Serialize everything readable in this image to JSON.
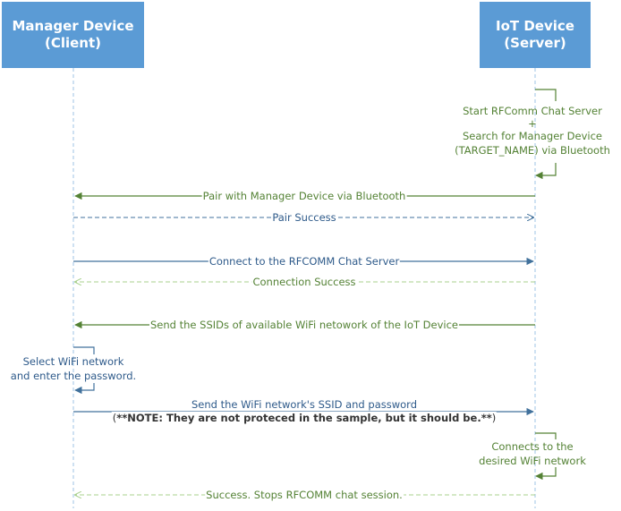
{
  "participants": {
    "client": {
      "line1": "Manager Device",
      "line2": "(Client)"
    },
    "server": {
      "line1": "IoT Device",
      "line2": "(Server)"
    }
  },
  "server_note_1": {
    "line1": "Start RFComm Chat Server",
    "line2": "+",
    "line3": "Search for Manager Device",
    "line4": "(TARGET_NAME) via Bluetooth"
  },
  "messages": {
    "pair": "Pair with Manager Device via Bluetooth",
    "pair_success": "Pair Success",
    "connect": "Connect to the RFCOMM Chat Server",
    "connection_success": "Connection Success",
    "send_ssids": "Send the SSIDs of available WiFi netowork of the IoT Device",
    "send_credentials": "Send the WiFi network's SSID and password",
    "note_prefix": "(",
    "note_bold": "**NOTE: They are not proteced in the sample, but it should be.**",
    "note_suffix": ")",
    "success_stop": "Success. Stops RFCOMM chat session."
  },
  "client_note": {
    "line1": "Select WiFi network",
    "line2": "and enter the password."
  },
  "server_note_2": {
    "line1": "Connects to the",
    "line2": "desired WiFi network"
  },
  "colors": {
    "participant_fill": "#5b9bd5",
    "lifeline": "#9dc3e6",
    "server_arrow": "#548235",
    "client_arrow": "#41719c",
    "dashed_blue": "#41719c",
    "dashed_green": "#a9d18e"
  }
}
